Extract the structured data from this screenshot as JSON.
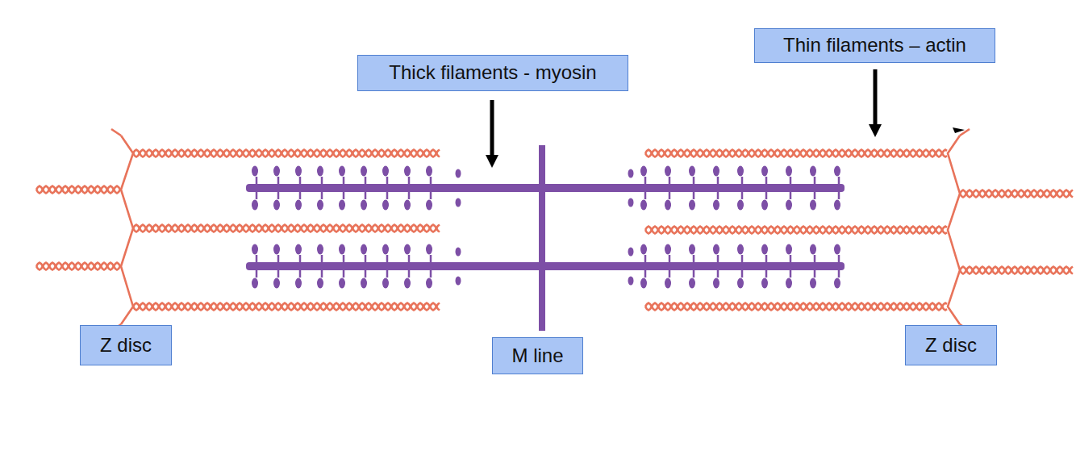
{
  "diagram": {
    "nodes": [
      {
        "text": [
          "Thick filaments - myosin"
        ]
      },
      {
        "text": [
          "Thin filaments – actin"
        ]
      },
      {
        "text": [
          "Z disc"
        ]
      },
      {
        "text": [
          "M line"
        ]
      },
      {
        "text": [
          "Z disc"
        ]
      }
    ]
  }
}
